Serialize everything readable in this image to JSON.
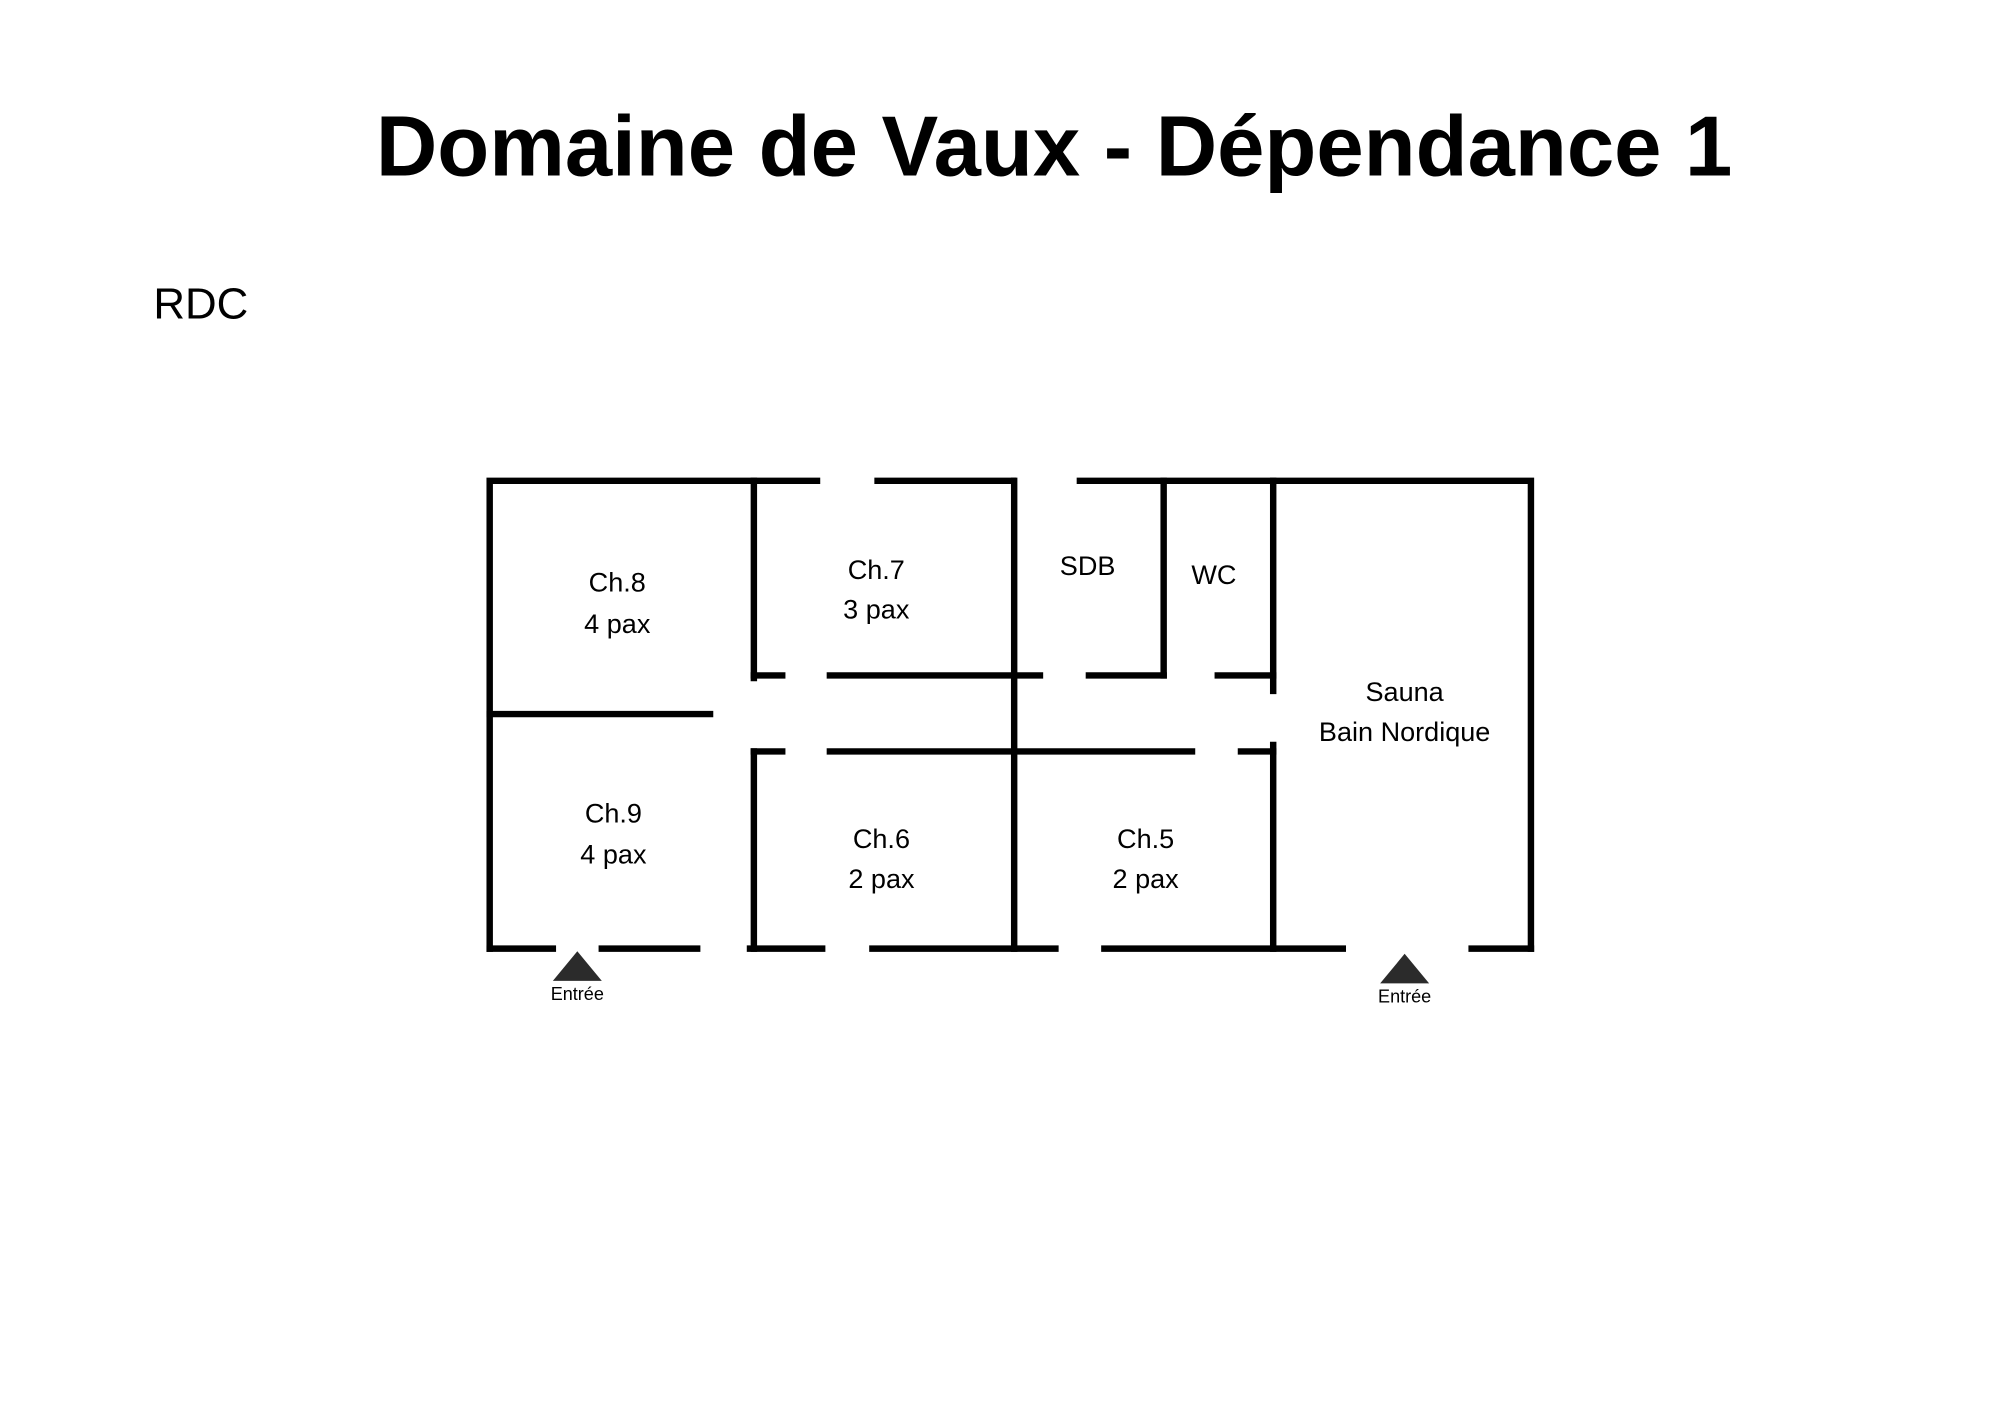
{
  "title": "Domaine de Vaux - Dépendance 1",
  "level": "RDC",
  "rooms": {
    "ch8": {
      "name": "Ch.8",
      "capacity": "4 pax"
    },
    "ch7": {
      "name": "Ch.7",
      "capacity": "3 pax"
    },
    "sdb": {
      "name": "SDB"
    },
    "wc": {
      "name": "WC"
    },
    "sauna": {
      "name": "Sauna",
      "subtitle": "Bain Nordique"
    },
    "ch9": {
      "name": "Ch.9",
      "capacity": "4 pax"
    },
    "ch6": {
      "name": "Ch.6",
      "capacity": "2 pax"
    },
    "ch5": {
      "name": "Ch.5",
      "capacity": "2 pax"
    }
  },
  "entrances": [
    {
      "label": "Entrée"
    },
    {
      "label": "Entrée"
    }
  ],
  "colors": {
    "wall": "#000000",
    "marker": "#2b2b2b"
  }
}
